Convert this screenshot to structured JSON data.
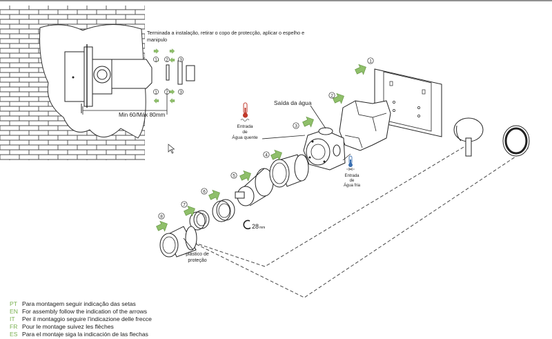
{
  "top_note": {
    "line1": "Terminada a instalação, retirar o copo de protecção, aplicar o espelho e",
    "line2": "manipulo"
  },
  "dimension_label": "Min 60/Máx 80mm",
  "labels": {
    "water_outlet": "Saída da água",
    "hot_inlet": [
      "Entrada",
      "de",
      "Água quente"
    ],
    "cold_inlet": [
      "Entrada",
      "de",
      "Água fria"
    ],
    "protective_cap": [
      "plástico de",
      "proteção"
    ],
    "spanner_size": "28",
    "spanner_unit": "mm"
  },
  "inset_steps": [
    "1",
    "2",
    "3",
    "1",
    "2",
    "3"
  ],
  "steps": [
    "1",
    "2",
    "3",
    "4",
    "5",
    "6",
    "7",
    "8"
  ],
  "legend": [
    {
      "lang": "PT",
      "text": "Para montagem seguir indicação das setas"
    },
    {
      "lang": "EN",
      "text": "For assembly follow the indication of the arrows"
    },
    {
      "lang": "IT",
      "text": "Per il montaggio seguire l'indicazione delle frecce"
    },
    {
      "lang": "FR",
      "text": "Pour le montage suivez les flèches"
    },
    {
      "lang": "ES",
      "text": "Para el montaje siga la indicación de las flechas"
    }
  ],
  "colors": {
    "arrow_green": "#8fbf6a",
    "language_code": "#78b04e",
    "hot": "#c0392b",
    "cold": "#3a6fb0"
  }
}
